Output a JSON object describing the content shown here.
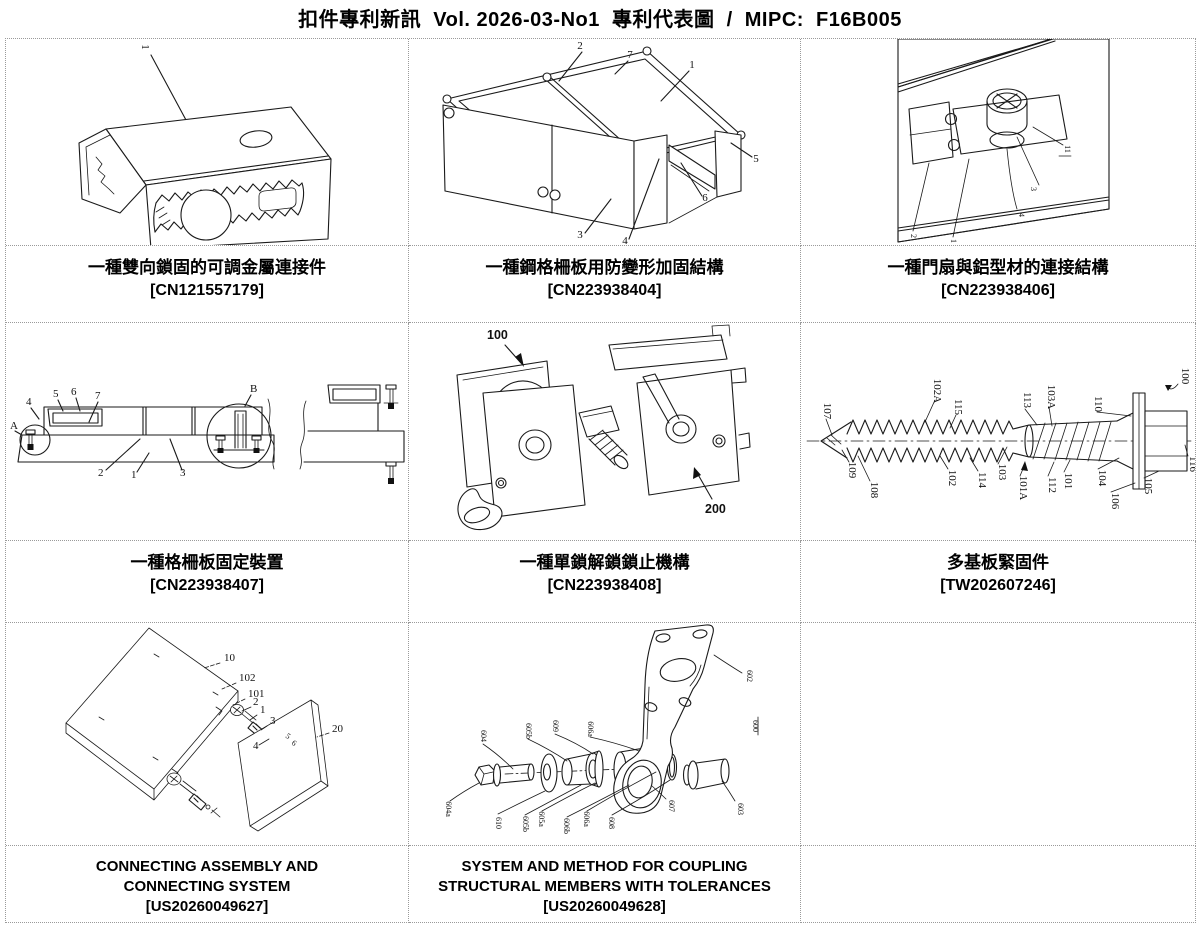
{
  "header": {
    "title": "扣件專利新訊  Vol. 2026-03-No1  專利代表圖  /  MIPC:  F16B005"
  },
  "cells": [
    {
      "title": "一種雙向鎖固的可調金屬連接件",
      "patent_id": "[CN121557179]"
    },
    {
      "title": "一種鋼格柵板用防變形加固結構",
      "patent_id": "[CN223938404]"
    },
    {
      "title": "一種門扇與鋁型材的連接結構",
      "patent_id": "[CN223938406]"
    },
    {
      "title": "一種格柵板固定裝置",
      "patent_id": "[CN223938407]"
    },
    {
      "title": "一種單鎖解鎖鎖止機構",
      "patent_id": "[CN223938408]"
    },
    {
      "title": "多基板緊固件",
      "patent_id": "[TW202607246]"
    },
    {
      "title": "CONNECTING ASSEMBLY AND CONNECTING SYSTEM",
      "patent_id": "[US20260049627]"
    },
    {
      "title": "SYSTEM AND METHOD FOR COUPLING STRUCTURAL MEMBERS WITH TOLERANCES",
      "patent_id": "[US20260049628]"
    }
  ],
  "figures": {
    "f1": {
      "labels": [
        "1"
      ]
    },
    "f2": {
      "labels": [
        "2",
        "7",
        "1",
        "5",
        "6",
        "3",
        "4"
      ]
    },
    "f3": {
      "labels": [
        "2",
        "1",
        "4",
        "3",
        "11"
      ]
    },
    "f4": {
      "labels": [
        "A",
        "4",
        "5",
        "6",
        "7",
        "B",
        "2",
        "1",
        "3"
      ]
    },
    "f5": {
      "labels": [
        "100",
        "200"
      ]
    },
    "f6": {
      "labels": [
        "107",
        "109",
        "108",
        "102A",
        "115",
        "102",
        "114",
        "103",
        "101A",
        "113",
        "103A",
        "112",
        "101",
        "110",
        "104",
        "106",
        "105",
        "100",
        "116"
      ]
    },
    "f7": {
      "labels": [
        "10",
        "102",
        "101",
        "2",
        "1",
        "3",
        "4",
        "5",
        "6",
        "20"
      ]
    },
    "f8": {
      "labels": [
        "604",
        "605b",
        "609",
        "606a",
        "604a",
        "610",
        "605b",
        "605a",
        "606b",
        "606a",
        "608",
        "602",
        "600",
        "607",
        "603"
      ]
    }
  },
  "colors": {
    "line": "#1a1a1a",
    "panel_gray": "#b9b9b9",
    "panel_light": "#d8d8d8"
  }
}
